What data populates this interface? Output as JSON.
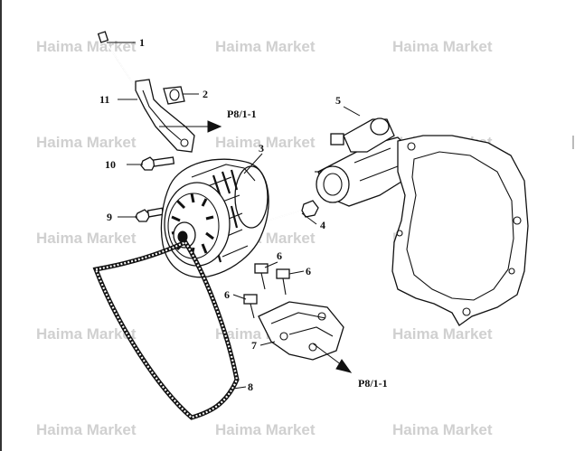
{
  "watermark": "Haima Market",
  "callouts": {
    "c1": "1",
    "c2": "2",
    "c3": "3",
    "c4": "4",
    "c5": "5",
    "c6a": "6",
    "c6b": "6",
    "c6c": "6",
    "c7": "7",
    "c8": "8",
    "c9": "9",
    "c10": "10",
    "c11": "11"
  },
  "references": {
    "ref_top": "P8/1-1",
    "ref_bottom": "P8/1-1"
  },
  "colors": {
    "line": "#111111",
    "watermark": "#d0d0d0",
    "background": "#ffffff"
  }
}
